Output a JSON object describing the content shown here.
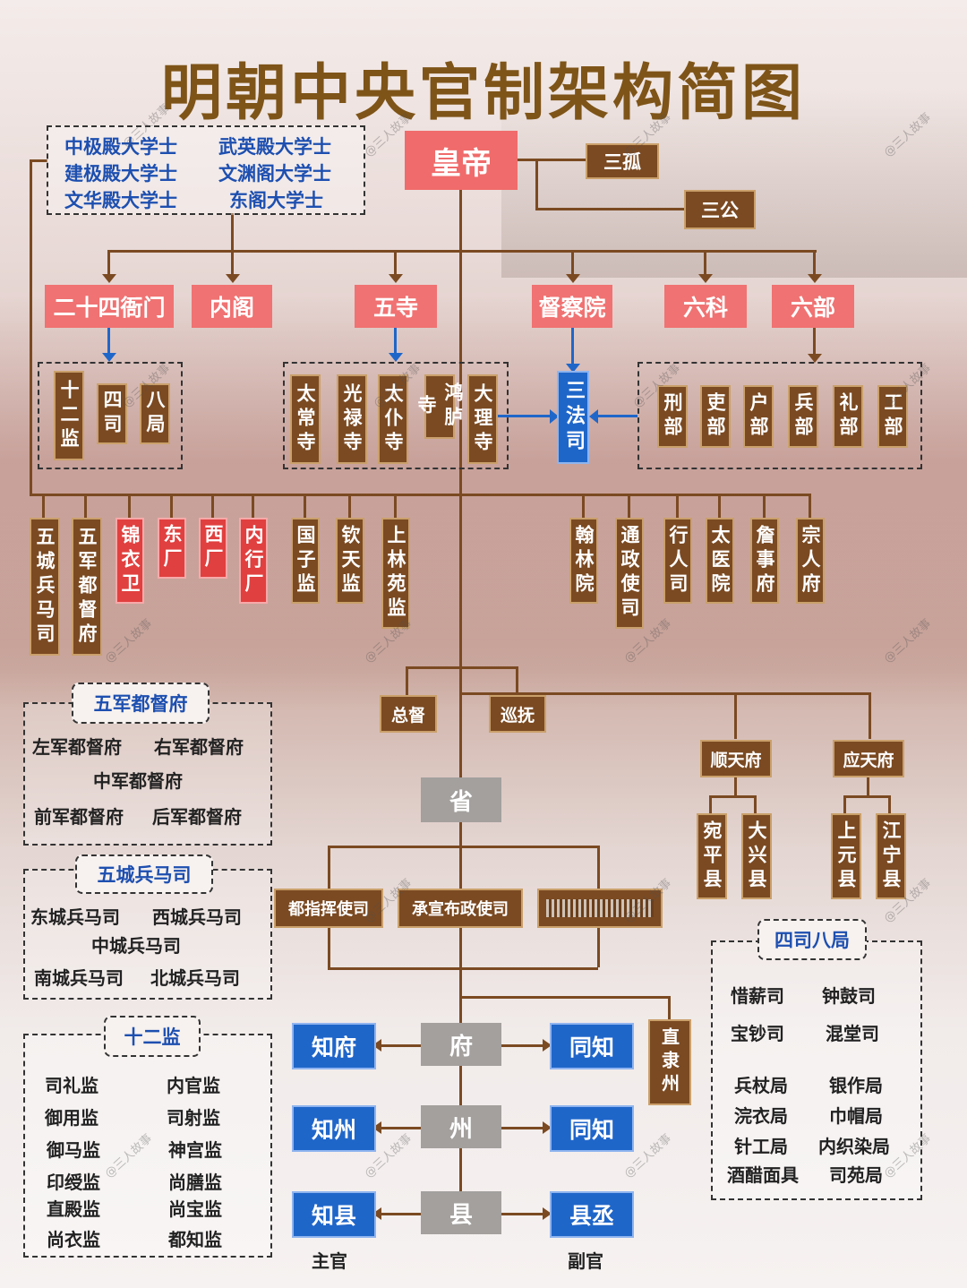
{
  "title": "明朝中央官制架构简图",
  "emperor": "皇帝",
  "san_gu": "三孤",
  "san_gong": "三公",
  "grand_secretaries": [
    "中极殿大学士",
    "武英殿大学士",
    "建极殿大学士",
    "文渊阁大学士",
    "文华殿大学士",
    "东阁大学士"
  ],
  "tier1": [
    "二十四衙门",
    "内阁",
    "五寺",
    "督察院",
    "六科",
    "六部"
  ],
  "group_24": [
    "十二监",
    "四司",
    "八局"
  ],
  "group_five_temples": [
    "太常寺",
    "光禄寺",
    "太仆寺",
    "鸿胪寺",
    "大理寺"
  ],
  "san_fa_si": "三法司",
  "group_six_ministries": [
    "刑部",
    "吏部",
    "户部",
    "兵部",
    "礼部",
    "工部"
  ],
  "row_agencies": [
    "五城兵马司",
    "五军都督府",
    "锦衣卫",
    "东厂",
    "西厂",
    "内行厂",
    "国子监",
    "钦天监",
    "上林苑监",
    "翰林院",
    "通政使司",
    "行人司",
    "太医院",
    "詹事府",
    "宗人府"
  ],
  "five_armies": {
    "header": "五军都督府",
    "items": [
      "左军都督府",
      "右军都督府",
      "中军都督府",
      "前军都督府",
      "后军都督府"
    ]
  },
  "five_cities": {
    "header": "五城兵马司",
    "items": [
      "东城兵马司",
      "西城兵马司",
      "中城兵马司",
      "南城兵马司",
      "北城兵马司"
    ]
  },
  "twelve_jian": {
    "header": "十二监",
    "items": [
      "司礼监",
      "内官监",
      "御用监",
      "司射监",
      "御马监",
      "神宫监",
      "印绶监",
      "尚膳监",
      "直殿监",
      "尚宝监",
      "尚衣监",
      "都知监"
    ]
  },
  "si_si_ba_ju": {
    "header": "四司八局",
    "items": [
      "惜薪司",
      "钟鼓司",
      "宝钞司",
      "混堂司",
      "兵杖局",
      "银作局",
      "浣衣局",
      "巾帽局",
      "针工局",
      "内织染局",
      "酒醋面具",
      "司苑局"
    ]
  },
  "zongdu": "总督",
  "xunfu": "巡抚",
  "shuntian": "顺天府",
  "yingtian": "应天府",
  "counties": [
    "宛平县",
    "大兴县",
    "上元县",
    "江宁县"
  ],
  "sheng": "省",
  "province_offices": [
    "都指挥使司",
    "承宣布政使司"
  ],
  "local": [
    {
      "level": "府",
      "chief": "知府",
      "deputy": "同知"
    },
    {
      "level": "州",
      "chief": "知州",
      "deputy": "同知"
    },
    {
      "level": "县",
      "chief": "知县",
      "deputy": "县丞"
    }
  ],
  "zhili_zhou": "直隶州",
  "caption_chief": "主官",
  "caption_deputy": "副官",
  "watermark": "@三人故事",
  "colors": {
    "title": "#7e5418",
    "brown": "#7b4a22",
    "red": "#e0403f",
    "blue": "#1f66c9",
    "grey": "#a3a09e"
  }
}
